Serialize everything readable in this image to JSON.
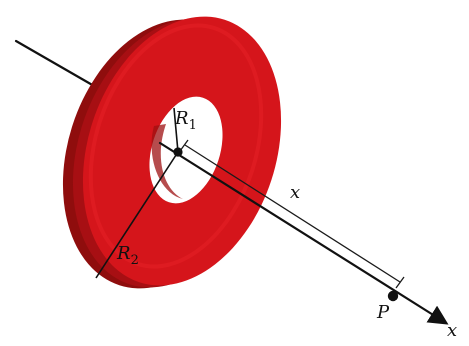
{
  "diagram": {
    "labels": {
      "inner_radius": "R",
      "inner_radius_sub": "1",
      "outer_radius": "R",
      "outer_radius_sub": "2",
      "distance": "x",
      "point": "P",
      "axis": "x"
    },
    "colors": {
      "disk_front": "#d5151b",
      "disk_side": "#8f0d0d",
      "disk_shadow": "#a70f13",
      "axis": "#111111",
      "dimension_line": "#1a1a1a"
    }
  }
}
